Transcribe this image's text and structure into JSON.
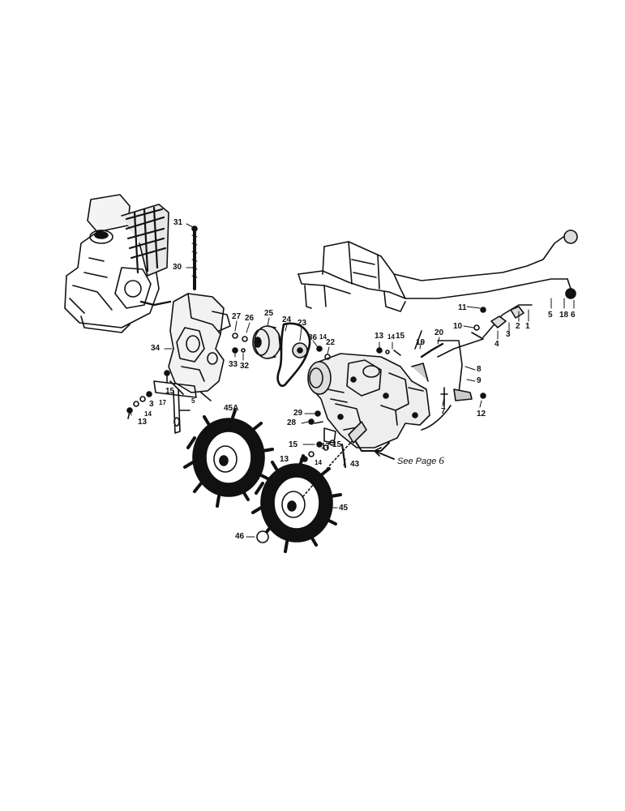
{
  "callouts": {
    "c1": "1",
    "c2": "2",
    "c3": "3",
    "c4": "4",
    "c5": "5",
    "c6": "6",
    "c7": "7",
    "c8": "8",
    "c9": "9",
    "c10": "10",
    "c11": "11",
    "c12": "12",
    "c13a": "13",
    "c13b": "13",
    "c13c": "13",
    "c14a": "14",
    "c14b": "14",
    "c14c": "14",
    "c14d": "14",
    "c15a": "15",
    "c15b": "15",
    "c15c": "15",
    "c15d": "15",
    "c17a": "17",
    "c17b": "17",
    "c18": "18",
    "c19": "19",
    "c20": "20",
    "c22": "22",
    "c23": "23",
    "c24": "24",
    "c25": "25",
    "c26": "26",
    "c27": "27",
    "c28": "28",
    "c29": "29",
    "c30": "30",
    "c31": "31",
    "c32": "32",
    "c33": "33",
    "c34": "34",
    "c36": "36",
    "c43": "43",
    "c45": "45",
    "c45a": "45A",
    "c46": "46",
    "c5b": "5",
    "c3b": "3"
  },
  "note": {
    "text": "See Page",
    "page": "6"
  }
}
